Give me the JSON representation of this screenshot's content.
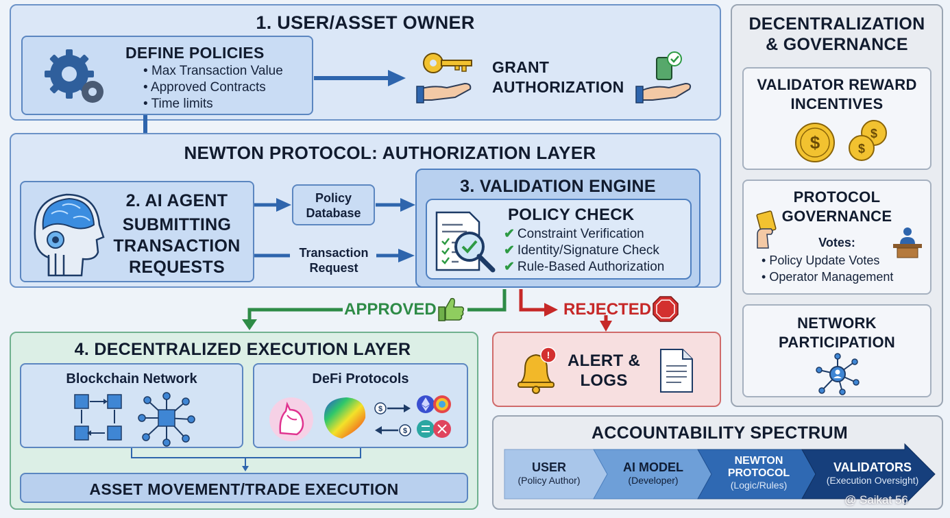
{
  "user_owner": {
    "title": "1. USER/ASSET OWNER",
    "define_title": "DEFINE POLICIES",
    "policies": [
      "Max Transaction Value",
      "Approved Contracts",
      "Time limits"
    ],
    "grant_line1": "GRANT",
    "grant_line2": "AUTHORIZATION"
  },
  "newton": {
    "title": "NEWTON PROTOCOL: AUTHORIZATION LAYER",
    "agent_line1": "2. AI AGENT",
    "agent_line2": "SUBMITTING",
    "agent_line3": "TRANSACTION",
    "agent_line4": "REQUESTS",
    "policy_db_line1": "Policy",
    "policy_db_line2": "Database",
    "tx_request_line1": "Transaction",
    "tx_request_line2": "Request"
  },
  "validation": {
    "title": "3. VALIDATION ENGINE",
    "check_title": "POLICY CHECK",
    "checks": [
      "Constraint Verification",
      "Identity/Signature Check",
      "Rule-Based Authorization"
    ]
  },
  "decision": {
    "approved": "APPROVED",
    "rejected": "REJECTED"
  },
  "alert": {
    "line1": "ALERT &",
    "line2": "LOGS"
  },
  "execution": {
    "title": "4. DECENTRALIZED EXECUTION LAYER",
    "blockchain": "Blockchain Network",
    "defi": "DeFi Protocols",
    "asset_movement": "ASSET MOVEMENT/TRADE EXECUTION"
  },
  "governance": {
    "title_line1": "DECENTRALIZATION",
    "title_line2": "& GOVERNANCE",
    "reward_line1": "VALIDATOR REWARD",
    "reward_line2": "INCENTIVES",
    "protocol_line1": "PROTOCOL",
    "protocol_line2": "GOVERNANCE",
    "votes_label": "Votes:",
    "votes": [
      "Policy Update Votes",
      "Operator Management"
    ],
    "network_line1": "NETWORK",
    "network_line2": "PARTICIPATION"
  },
  "accountability": {
    "title": "ACCOUNTABILITY SPECTRUM",
    "steps": [
      {
        "label": "USER",
        "sub": "(Policy Author)",
        "color": "#a9c6ea",
        "text_color": "#14213a"
      },
      {
        "label": "AI MODEL",
        "sub": "(Developer)",
        "color": "#6e9fd8",
        "text_color": "#0f1d35"
      },
      {
        "label": "NEWTON PROTOCOL",
        "sub": "(Logic/Rules)",
        "color": "#2f69b3",
        "text_color": "#ffffff"
      },
      {
        "label": "VALIDATORS",
        "sub": "(Execution Oversight)",
        "color": "#163f7c",
        "text_color": "#ffffff"
      }
    ]
  },
  "watermark": "@ Saikat 56",
  "colors": {
    "approved": "#2e8b47",
    "rejected": "#c62828",
    "flow_arrow": "#2e65ad"
  }
}
